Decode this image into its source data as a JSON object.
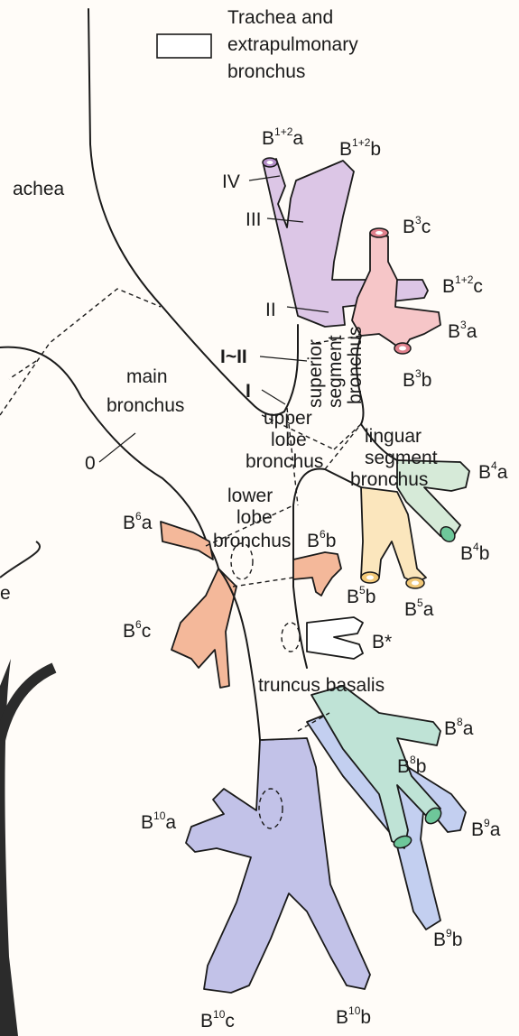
{
  "legend": {
    "text_line1": "Trachea and",
    "text_line2": "extrapulmonary",
    "text_line3": "bronchus"
  },
  "labels": {
    "trachea": "achea",
    "main_bronchus_1": "main",
    "main_bronchus_2": "bronchus",
    "zero": "0",
    "upper_lobe_1": "upper",
    "upper_lobe_2": "lobe",
    "upper_lobe_3": "bronchus",
    "lower_lobe_1": "lower",
    "lower_lobe_2": "lobe",
    "lower_lobe_3": "bronchus",
    "superior_1": "superior",
    "superior_2": "segment",
    "superior_3": "bronchus",
    "lingular_1": "linguar",
    "lingular_2": "segment",
    "lingular_3": "bronchus",
    "truncus": "truncus basalis",
    "gen_iv": "IV",
    "gen_iii": "III",
    "gen_ii": "II",
    "gen_i_ii": "I~II",
    "gen_i": "I",
    "edge_e": "e"
  },
  "segments": {
    "b12a": {
      "base": "B",
      "sup": "1+2",
      "suffix": "a"
    },
    "b12b": {
      "base": "B",
      "sup": "1+2",
      "suffix": "b"
    },
    "b12c": {
      "base": "B",
      "sup": "1+2",
      "suffix": "c"
    },
    "b3a": {
      "base": "B",
      "sup": "3",
      "suffix": "a"
    },
    "b3b": {
      "base": "B",
      "sup": "3",
      "suffix": "b"
    },
    "b3c": {
      "base": "B",
      "sup": "3",
      "suffix": "c"
    },
    "b4a": {
      "base": "B",
      "sup": "4",
      "suffix": "a"
    },
    "b4b": {
      "base": "B",
      "sup": "4",
      "suffix": "b"
    },
    "b5a": {
      "base": "B",
      "sup": "5",
      "suffix": "a"
    },
    "b5b": {
      "base": "B",
      "sup": "5",
      "suffix": "b"
    },
    "b6a": {
      "base": "B",
      "sup": "6",
      "suffix": "a"
    },
    "b6b": {
      "base": "B",
      "sup": "6",
      "suffix": "b"
    },
    "b6c": {
      "base": "B",
      "sup": "6",
      "suffix": "c"
    },
    "bstar": {
      "base": "B",
      "sup": "",
      "suffix": "*"
    },
    "b8a": {
      "base": "B",
      "sup": "8",
      "suffix": "a"
    },
    "b8b": {
      "base": "B",
      "sup": "8",
      "suffix": "b"
    },
    "b9a": {
      "base": "B",
      "sup": "9",
      "suffix": "a"
    },
    "b9b": {
      "base": "B",
      "sup": "9",
      "suffix": "b"
    },
    "b10a": {
      "base": "B",
      "sup": "10",
      "suffix": "a"
    },
    "b10b": {
      "base": "B",
      "sup": "10",
      "suffix": "b"
    },
    "b10c": {
      "base": "B",
      "sup": "10",
      "suffix": "c"
    }
  },
  "colors": {
    "b12": "#dcc6e6",
    "b3": "#f6c6c8",
    "b4": "#d6ead8",
    "b5": "#fbe6bd",
    "b6": "#f4b89a",
    "b8": "#bfe3d6",
    "b9": "#c3cff0",
    "b10": "#c2c2e8",
    "lumen_purple": "#b38dc8",
    "lumen_pink": "#e0808c",
    "lumen_green": "#6ec79a",
    "lumen_yellow": "#f2c877"
  }
}
